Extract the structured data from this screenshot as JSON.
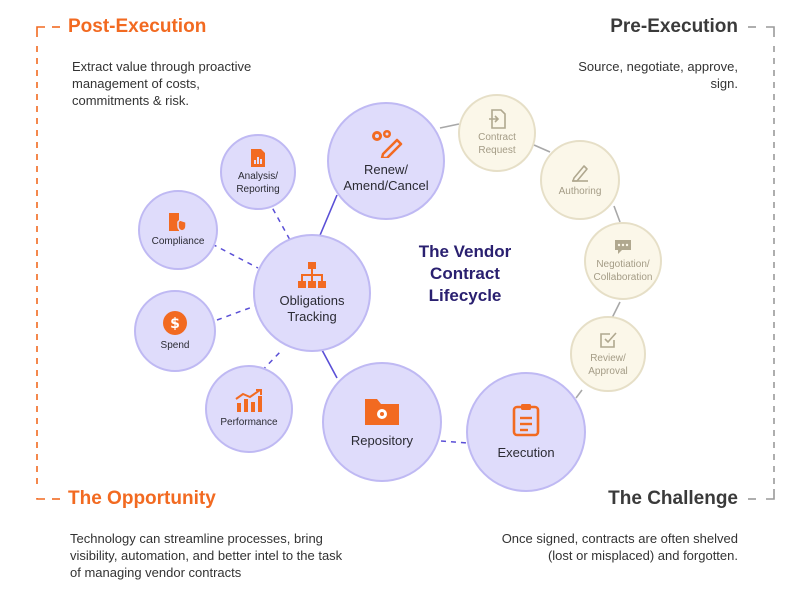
{
  "corners": {
    "post_execution": {
      "title": "Post-Execution",
      "text": "Extract value through proactive management of costs, commitments & risk."
    },
    "pre_execution": {
      "title": "Pre-Execution",
      "text": "Source, negotiate, approve, sign."
    },
    "opportunity": {
      "title": "The Opportunity",
      "text": "Technology can streamline processes, bring visibility, automation, and better intel to the task of managing vendor contracts"
    },
    "challenge": {
      "title": "The Challenge",
      "text": "Once signed, contracts are often shelved (lost or misplaced) and forgotten."
    }
  },
  "center_title": "The Vendor Contract Lifecycle",
  "nodes": {
    "renew": {
      "label": "Renew/ Amend/Cancel",
      "icon": "gears-pencil-icon"
    },
    "obligations": {
      "label": "Obligations Tracking",
      "icon": "org-chart-icon"
    },
    "repository": {
      "label": "Repository",
      "icon": "folder-gear-icon"
    },
    "execution": {
      "label": "Execution",
      "icon": "clipboard-icon"
    },
    "contract_request": {
      "label": "Contract Request",
      "icon": "file-import-icon"
    },
    "authoring": {
      "label": "Authoring",
      "icon": "pencil-edit-icon"
    },
    "negotiation": {
      "label": "Negotiation/ Collaboration",
      "icon": "chat-bubble-icon"
    },
    "review": {
      "label": "Review/ Approval",
      "icon": "checkbox-icon"
    },
    "analysis": {
      "label": "Analysis/ Reporting",
      "icon": "report-icon"
    },
    "compliance": {
      "label": "Compliance",
      "icon": "shield-document-icon"
    },
    "spend": {
      "label": "Spend",
      "icon": "dollar-coin-icon"
    },
    "performance": {
      "label": "Performance",
      "icon": "bar-chart-icon"
    }
  },
  "colors": {
    "accent_orange": "#f26a21",
    "purple_fill": "#dfdcfb",
    "beige_fill": "#fbf7e9",
    "title_navy": "#2a2070",
    "connector_purple": "#5a4fd6"
  }
}
